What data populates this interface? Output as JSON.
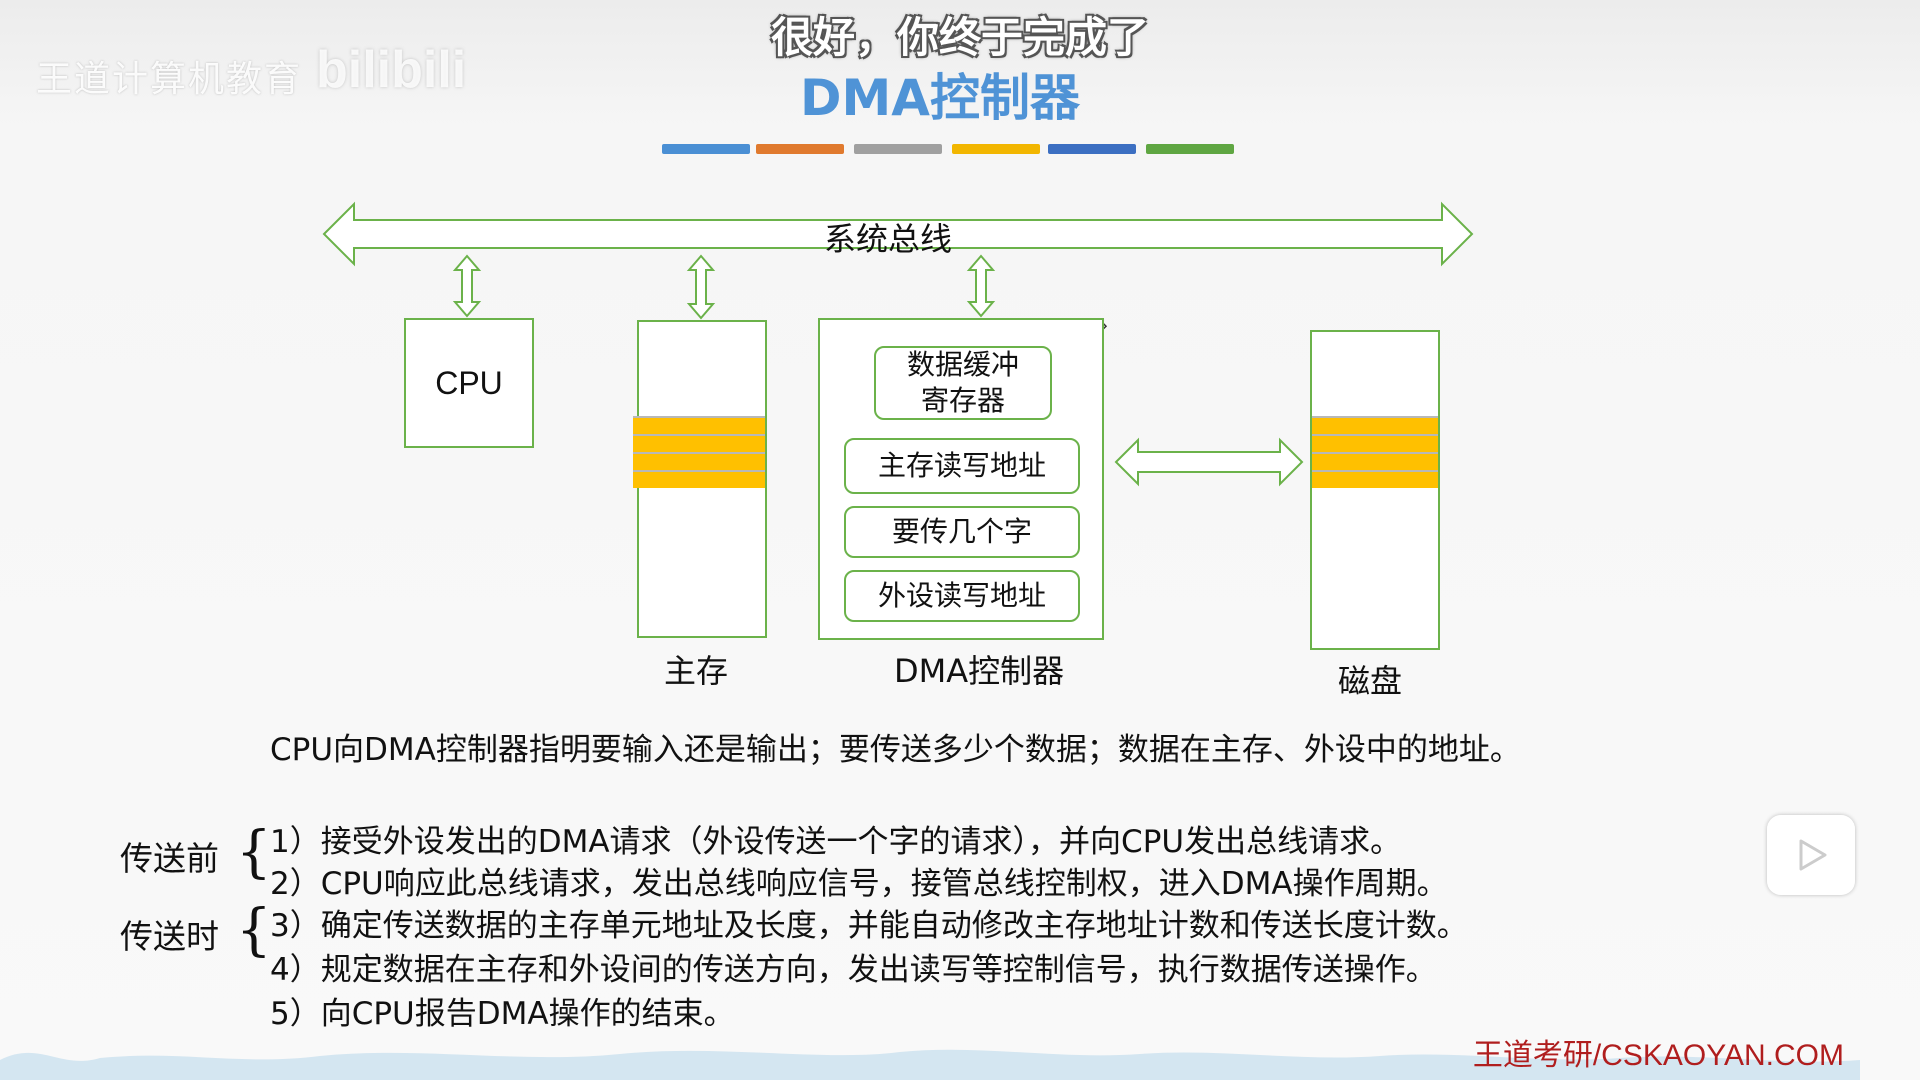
{
  "overlay": {
    "watermark_text": "王道计算机教育",
    "watermark_logo": "bilibili",
    "subtitle": "很好，你终于完成了"
  },
  "slide": {
    "title": "DMA控制器",
    "color_bar": [
      "#4a8fd4",
      "#e07a2e",
      "#a0a0a0",
      "#f2b600",
      "#3c6fc2",
      "#5fa642"
    ]
  },
  "diagram": {
    "bus_label": "系统总线",
    "cpu_label": "CPU",
    "memory_label": "主存",
    "dma_label": "DMA控制器",
    "disk_label": "磁盘",
    "registers": [
      "数据缓冲\n寄存器",
      "主存读写地址",
      "要传几个字",
      "外设读写地址"
    ],
    "accent_color": "#6bb24a",
    "data_color": "#ffc000"
  },
  "description": "CPU向DMA控制器指明要输入还是输出；要传送多少个数据；数据在主存、外设中的地址。",
  "steps": {
    "before_label": "传送前",
    "during_label": "传送时",
    "items": [
      "1）接受外设发出的DMA请求（外设传送一个字的请求），并向CPU发出总线请求。",
      "2）CPU响应此总线请求，发出总线响应信号，接管总线控制权，进入DMA操作周期。",
      "3）确定传送数据的主存单元地址及长度，并能自动修改主存地址计数和传送长度计数。",
      "4）规定数据在主存和外设间的传送方向，发出读写等控制信号，执行数据传送操作。",
      "5）向CPU报告DMA操作的结束。"
    ]
  },
  "footer": "王道考研/CSKAOYAN.COM",
  "player": {
    "icon": "play-icon"
  }
}
